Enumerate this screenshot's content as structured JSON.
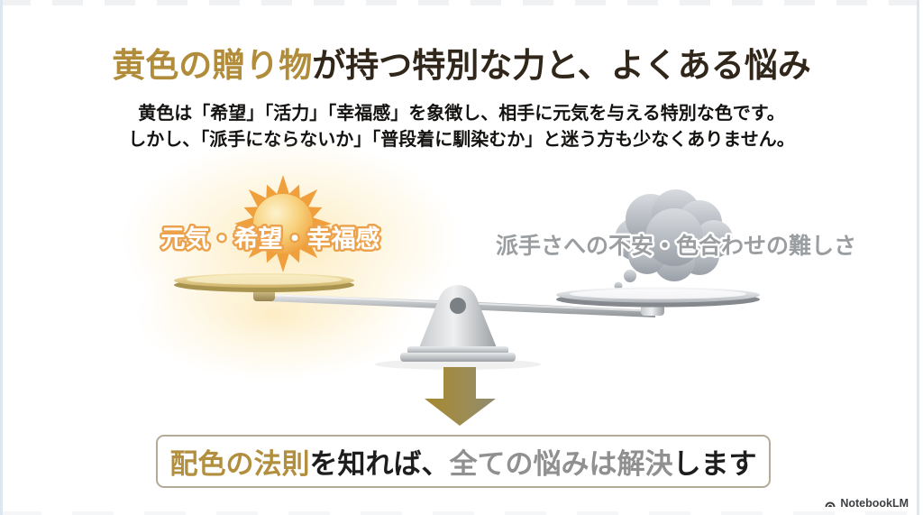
{
  "slide": {
    "title": {
      "highlight": "黄色の贈り物",
      "rest": "が持つ特別な力と、よくある悩み"
    },
    "subtitle": {
      "line1": "黄色は「希望」「活力」「幸福感」を象徴し、相手に元気を与える特別な色です。",
      "line2": "しかし、「派手にならないか」「普段着に馴染むか」と迷う方も少なくありません。"
    },
    "scale": {
      "left_label": "元気・希望・幸福感",
      "right_label": "派手さへの不安・色合わせの難しさ"
    },
    "conclusion": {
      "gold": "配色の法則",
      "dark1": "を知れば、",
      "gray": "全ての悩みは解決",
      "dark2": "します"
    },
    "watermark": {
      "brand": "NotebookLM"
    }
  },
  "icons": {
    "sun": "sun-icon",
    "thought_cloud": "thought-cloud-icon",
    "balance_scale": "balance-scale-icon",
    "down_arrow": "down-arrow-icon",
    "brand_logo": "notebooklm-logo-icon"
  },
  "colors": {
    "title_highlight": "#b08c3b",
    "title_dark": "#30261a",
    "body_text": "#151311",
    "left_label_fill": "#ffffff",
    "left_label_stroke": "#eca24c",
    "right_label_gray": "#9b9ea1",
    "sun_orange": "#ef9f3c",
    "sun_light": "#fdf3cf",
    "glow_yellow": "#fce8b4",
    "cloud_light": "#d8dbdf",
    "cloud_dark": "#9aa0a8",
    "metal_light": "#f4f5f6",
    "metal_dark": "#8f9396",
    "gold_pan": "#cdb267",
    "arrow_gold": "#a6882e",
    "arrow_gray_end": "#8f8b72",
    "box_border": "#b2ab98",
    "conclusion_gold": "#b28f3e",
    "conclusion_gray": "#909090",
    "conclusion_dark": "#1d1d1d",
    "edge_strip": "#dce6ee",
    "watermark_text": "#3c4043"
  }
}
